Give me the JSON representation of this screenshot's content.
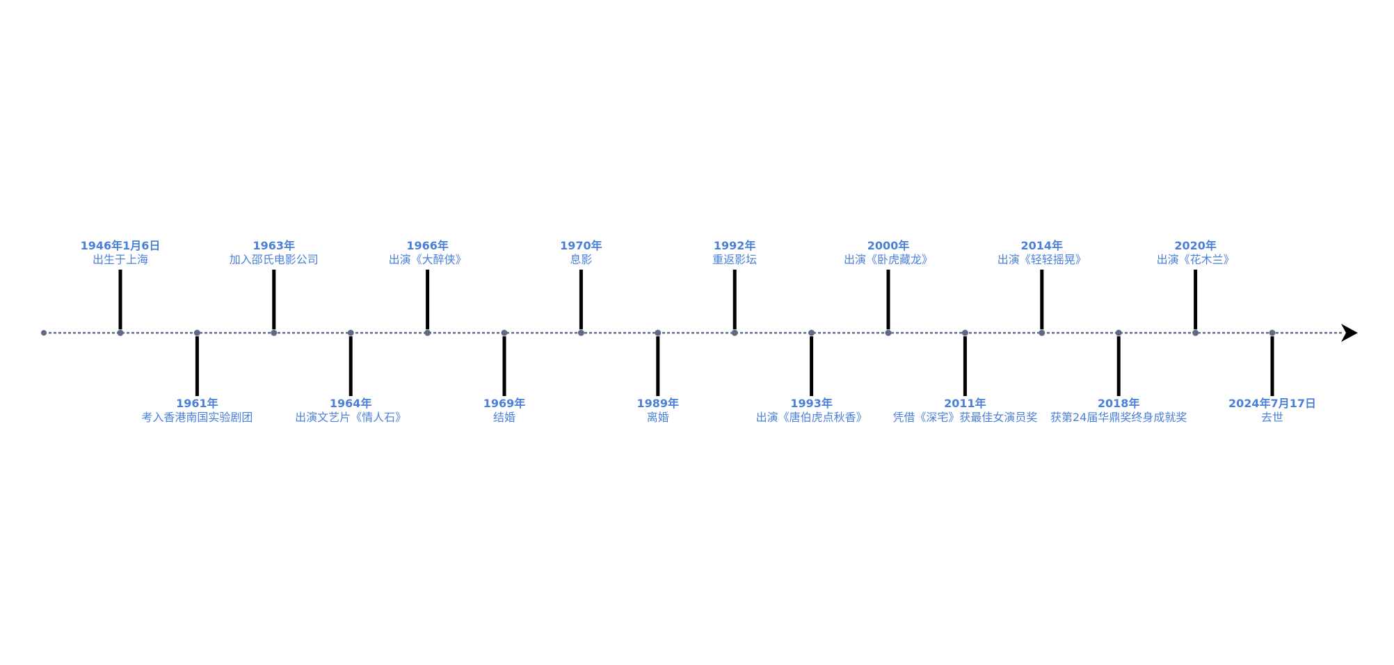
{
  "colors": {
    "axis": "#5b6a85",
    "stem": "#000000",
    "label": "#4a7fd9",
    "arrow": "#000000"
  },
  "events": [
    {
      "date": "1946年1月6日",
      "desc": "出生于上海",
      "side": "top"
    },
    {
      "date": "1961年",
      "desc": "考入香港南国实验剧团",
      "side": "bottom"
    },
    {
      "date": "1963年",
      "desc": "加入邵氏电影公司",
      "side": "top"
    },
    {
      "date": "1964年",
      "desc": "出演文艺片《情人石》",
      "side": "bottom"
    },
    {
      "date": "1966年",
      "desc": "出演《大醉侠》",
      "side": "top"
    },
    {
      "date": "1969年",
      "desc": "结婚",
      "side": "bottom"
    },
    {
      "date": "1970年",
      "desc": "息影",
      "side": "top"
    },
    {
      "date": "1989年",
      "desc": "离婚",
      "side": "bottom"
    },
    {
      "date": "1992年",
      "desc": "重返影坛",
      "side": "top"
    },
    {
      "date": "1993年",
      "desc": "出演《唐伯虎点秋香》",
      "side": "bottom"
    },
    {
      "date": "2000年",
      "desc": "出演《卧虎藏龙》",
      "side": "top"
    },
    {
      "date": "2011年",
      "desc": "凭借《深宅》获最佳女演员奖",
      "side": "bottom"
    },
    {
      "date": "2014年",
      "desc": "出演《轻轻摇晃》",
      "side": "top"
    },
    {
      "date": "2018年",
      "desc": "获第24届华鼎奖终身成就奖",
      "side": "bottom"
    },
    {
      "date": "2020年",
      "desc": "出演《花木兰》",
      "side": "top"
    },
    {
      "date": "2024年7月17日",
      "desc": "去世",
      "side": "bottom"
    }
  ]
}
